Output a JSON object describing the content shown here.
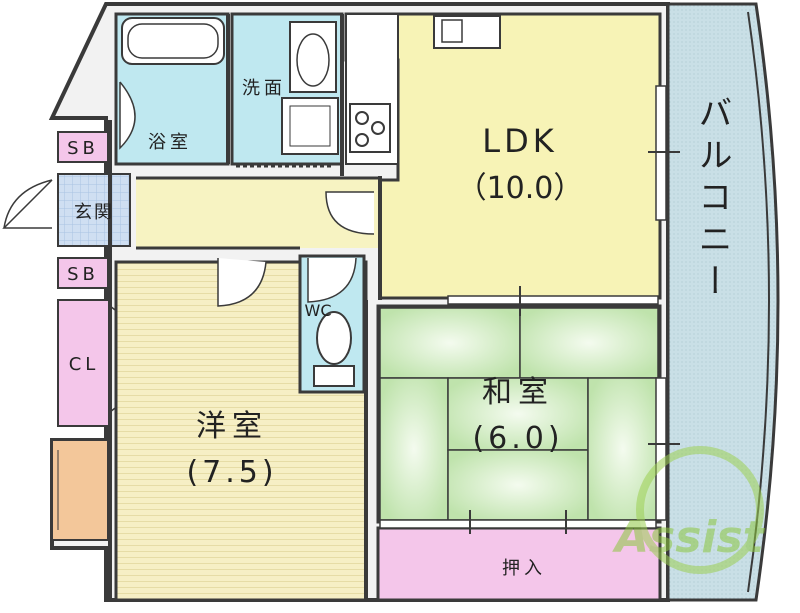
{
  "rooms": {
    "ldk": {
      "name": "LDK",
      "size": "（10.0）"
    },
    "youshitsu": {
      "name": "洋室",
      "size": "(7.5)"
    },
    "washitsu": {
      "name": "和室",
      "size": "(6.0)"
    },
    "yokushitsu": {
      "name": "浴室"
    },
    "senmen": {
      "name": "洗面"
    },
    "genkan": {
      "name": "玄関"
    },
    "wc": {
      "name": "WC"
    },
    "oshiire": {
      "name": "押入"
    },
    "closet": {
      "name": "CL"
    },
    "sb_top": {
      "name": "SB"
    },
    "sb_bottom": {
      "name": "SB"
    },
    "balcony": {
      "name": "バルコニー"
    }
  },
  "watermark": {
    "text": "Assist"
  },
  "colors": {
    "ldk": "#f7f3b6",
    "youshitsu": "#f8f1c8",
    "washitsu": "#d9f2c9",
    "water": "#bfe8f0",
    "genkan": "#cfdff2",
    "storage": "#f4c6ea",
    "balcony": "#c9dfe6",
    "hall": "#f7f3c2",
    "wall": "#3a3a3a"
  }
}
